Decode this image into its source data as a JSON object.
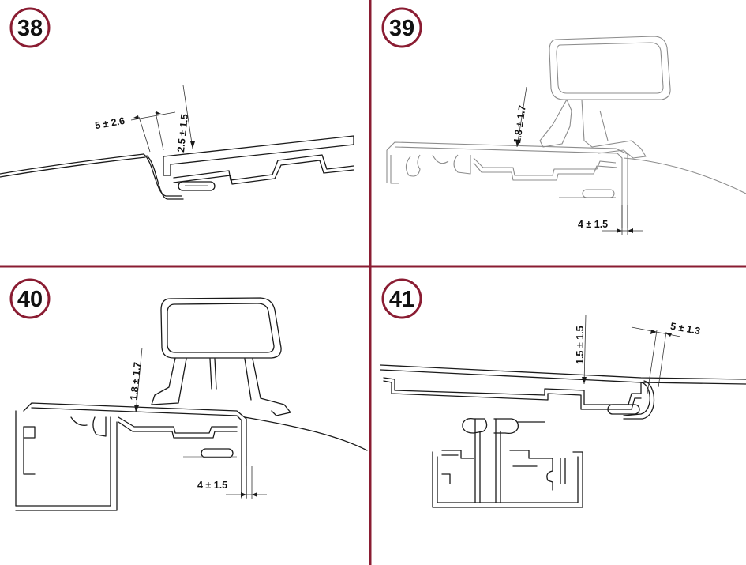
{
  "colors": {
    "divider": "#8a1c32",
    "badge_ring": "#8a1c32",
    "line": "#1a1a1a",
    "background": "#ffffff"
  },
  "panels": [
    {
      "number": "38",
      "dimensions": [
        "5 ± 2.6",
        "2.5 ± 1.5"
      ]
    },
    {
      "number": "39",
      "dimensions": [
        "1.8 ± 1.7",
        "4 ± 1.5"
      ]
    },
    {
      "number": "40",
      "dimensions": [
        "1.8 ± 1.7",
        "4 ± 1.5"
      ]
    },
    {
      "number": "41",
      "dimensions": [
        "1.5 ± 1.5",
        "5 ± 1.3"
      ]
    }
  ]
}
